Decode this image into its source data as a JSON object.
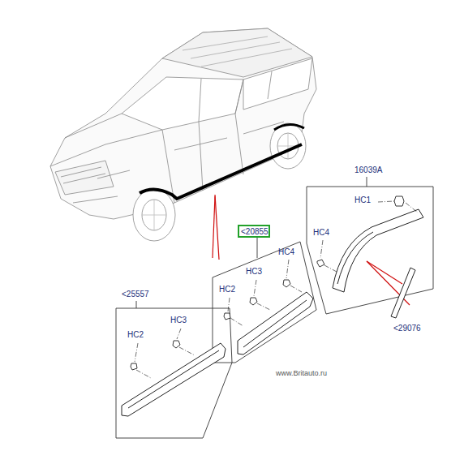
{
  "diagram": {
    "nodes": [
      {
        "text": [
          "<20855"
        ]
      }
    ],
    "labels": [
      "16039A",
      "HC1",
      "HC4",
      "<29076",
      "HC4",
      "HC3",
      "HC2",
      "<25557",
      "HC3",
      "HC2",
      "www.Britauto.ru"
    ]
  }
}
